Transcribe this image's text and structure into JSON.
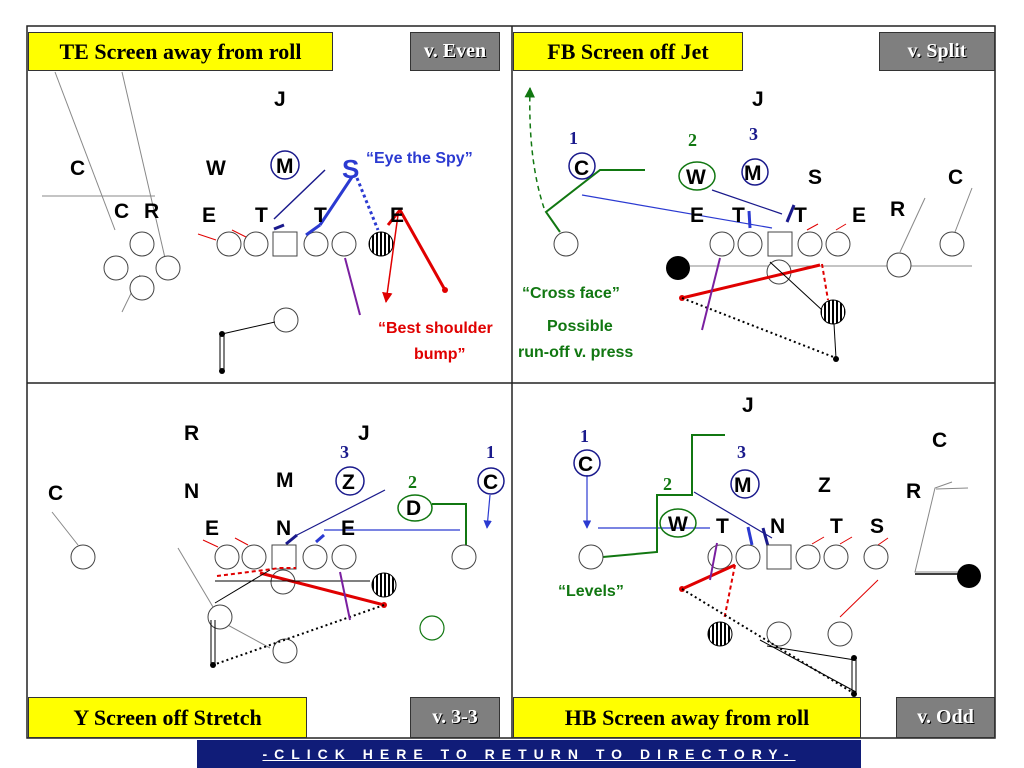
{
  "panels": {
    "top_left": {
      "title": "TE Screen away from roll",
      "front": "v. Even"
    },
    "top_right": {
      "title": "FB Screen off Jet",
      "front": "v. Split"
    },
    "bottom_left": {
      "title": "Y Screen off Stretch",
      "front": "v. 3-3"
    },
    "bottom_right": {
      "title": "HB Screen away from roll",
      "front": "v. Odd"
    }
  },
  "notes": {
    "eye_spy": "“Eye the Spy”",
    "best_shoulder_1": "“Best shoulder",
    "best_shoulder_2": "bump”",
    "cross_face": "“Cross face”",
    "possible_1": "Possible",
    "possible_2": "run-off v. press",
    "levels": "“Levels”"
  },
  "defenders": {
    "tl": {
      "J": "J",
      "C1": "C",
      "W": "W",
      "M": "M",
      "S": "S",
      "C2": "C",
      "R": "R",
      "E1": "E",
      "T1": "T",
      "T2": "T",
      "E2": "E"
    },
    "tr": {
      "J": "J",
      "n1": "1",
      "n2": "2",
      "n3": "3",
      "C1": "C",
      "W": "W",
      "M": "M",
      "S": "S",
      "C2": "C",
      "E1": "E",
      "T1": "T",
      "T2": "T",
      "E2": "E",
      "R": "R"
    },
    "bl": {
      "R": "R",
      "J": "J",
      "n3": "3",
      "n1": "1",
      "C1": "C",
      "N1": "N",
      "M": "M",
      "Z": "Z",
      "n2": "2",
      "C2": "C",
      "D": "D",
      "E1": "E",
      "N2": "N",
      "E2": "E"
    },
    "br": {
      "J": "J",
      "n1": "1",
      "C1": "C",
      "n3": "3",
      "C2": "C",
      "n2": "2",
      "M": "M",
      "Z": "Z",
      "R": "R",
      "W": "W",
      "T1": "T",
      "N": "N",
      "T2": "T",
      "S": "S"
    }
  },
  "footer": {
    "link": "-CLICK HERE TO RETURN TO DIRECTORY-"
  },
  "colors": {
    "title_bg": "#ffff00",
    "front_bg": "#7f7f7f",
    "footer_bg": "#101c78",
    "red": "#e00000",
    "blue": "#2b3ad1",
    "green": "#117711",
    "purple": "#7a1fa0"
  }
}
